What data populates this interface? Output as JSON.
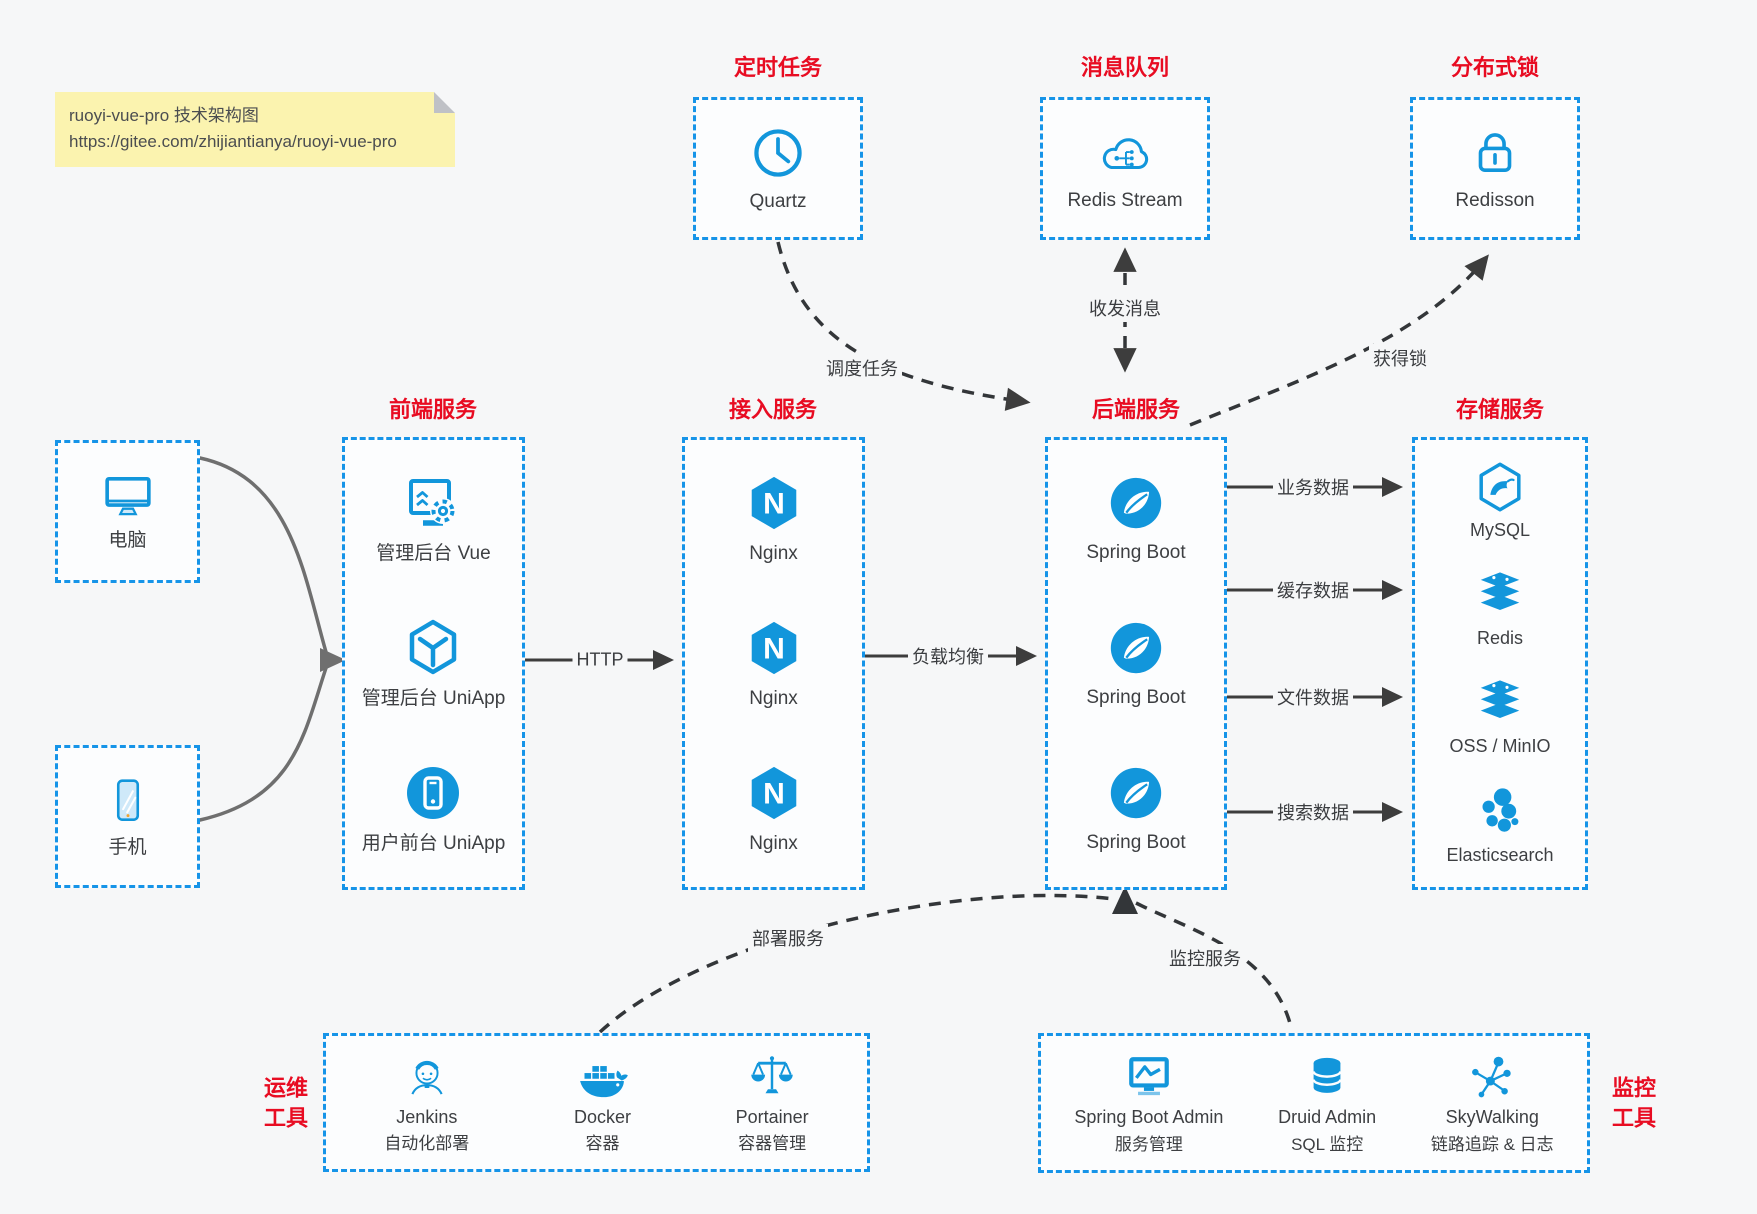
{
  "note": {
    "line1": "ruoyi-vue-pro 技术架构图",
    "line2": "https://gitee.com/zhijiantianya/ruoyi-vue-pro"
  },
  "colors": {
    "accent_blue": "#1296db",
    "border_blue": "#1694e8",
    "title_red": "#e80c22",
    "connector_dark": "#3d3d3d",
    "device_connector_gray": "#6f6f6f",
    "note_bg": "#fbf3af",
    "page_bg": "#f6f7f8"
  },
  "top": {
    "scheduler": {
      "title": "定时任务",
      "item": {
        "label": "Quartz"
      }
    },
    "mq": {
      "title": "消息队列",
      "item": {
        "label": "Redis Stream"
      }
    },
    "lock": {
      "title": "分布式锁",
      "item": {
        "label": "Redisson"
      }
    }
  },
  "devices": {
    "pc": {
      "label": "电脑"
    },
    "phone": {
      "label": "手机"
    }
  },
  "columns": {
    "frontend": {
      "title": "前端服务",
      "items": [
        {
          "label": "管理后台 Vue"
        },
        {
          "label": "管理后台 UniApp"
        },
        {
          "label": "用户前台 UniApp"
        }
      ]
    },
    "gateway": {
      "title": "接入服务",
      "items": [
        {
          "label": "Nginx"
        },
        {
          "label": "Nginx"
        },
        {
          "label": "Nginx"
        }
      ]
    },
    "backend": {
      "title": "后端服务",
      "items": [
        {
          "label": "Spring Boot"
        },
        {
          "label": "Spring Boot"
        },
        {
          "label": "Spring Boot"
        }
      ]
    },
    "storage": {
      "title": "存储服务",
      "items": [
        {
          "label": "MySQL"
        },
        {
          "label": "Redis"
        },
        {
          "label": "OSS / MinIO"
        },
        {
          "label": "Elasticsearch"
        }
      ]
    }
  },
  "bottom": {
    "ops": {
      "side_label": [
        "运维",
        "工具"
      ],
      "items": [
        {
          "label": "Jenkins",
          "sub": "自动化部署"
        },
        {
          "label": "Docker",
          "sub": "容器"
        },
        {
          "label": "Portainer",
          "sub": "容器管理"
        }
      ]
    },
    "monitor": {
      "side_label": [
        "监控",
        "工具"
      ],
      "items": [
        {
          "label": "Spring Boot Admin",
          "sub": "服务管理"
        },
        {
          "label": "Druid Admin",
          "sub": "SQL 监控"
        },
        {
          "label": "SkyWalking",
          "sub": "链路追踪 & 日志"
        }
      ]
    }
  },
  "edges": {
    "http": "HTTP",
    "load_balance": "负载均衡",
    "schedule": "调度任务",
    "message": "收发消息",
    "acquire_lock": "获得锁",
    "business_data": "业务数据",
    "cache_data": "缓存数据",
    "file_data": "文件数据",
    "search_data": "搜索数据",
    "deploy": "部署服务",
    "monitor": "监控服务"
  }
}
